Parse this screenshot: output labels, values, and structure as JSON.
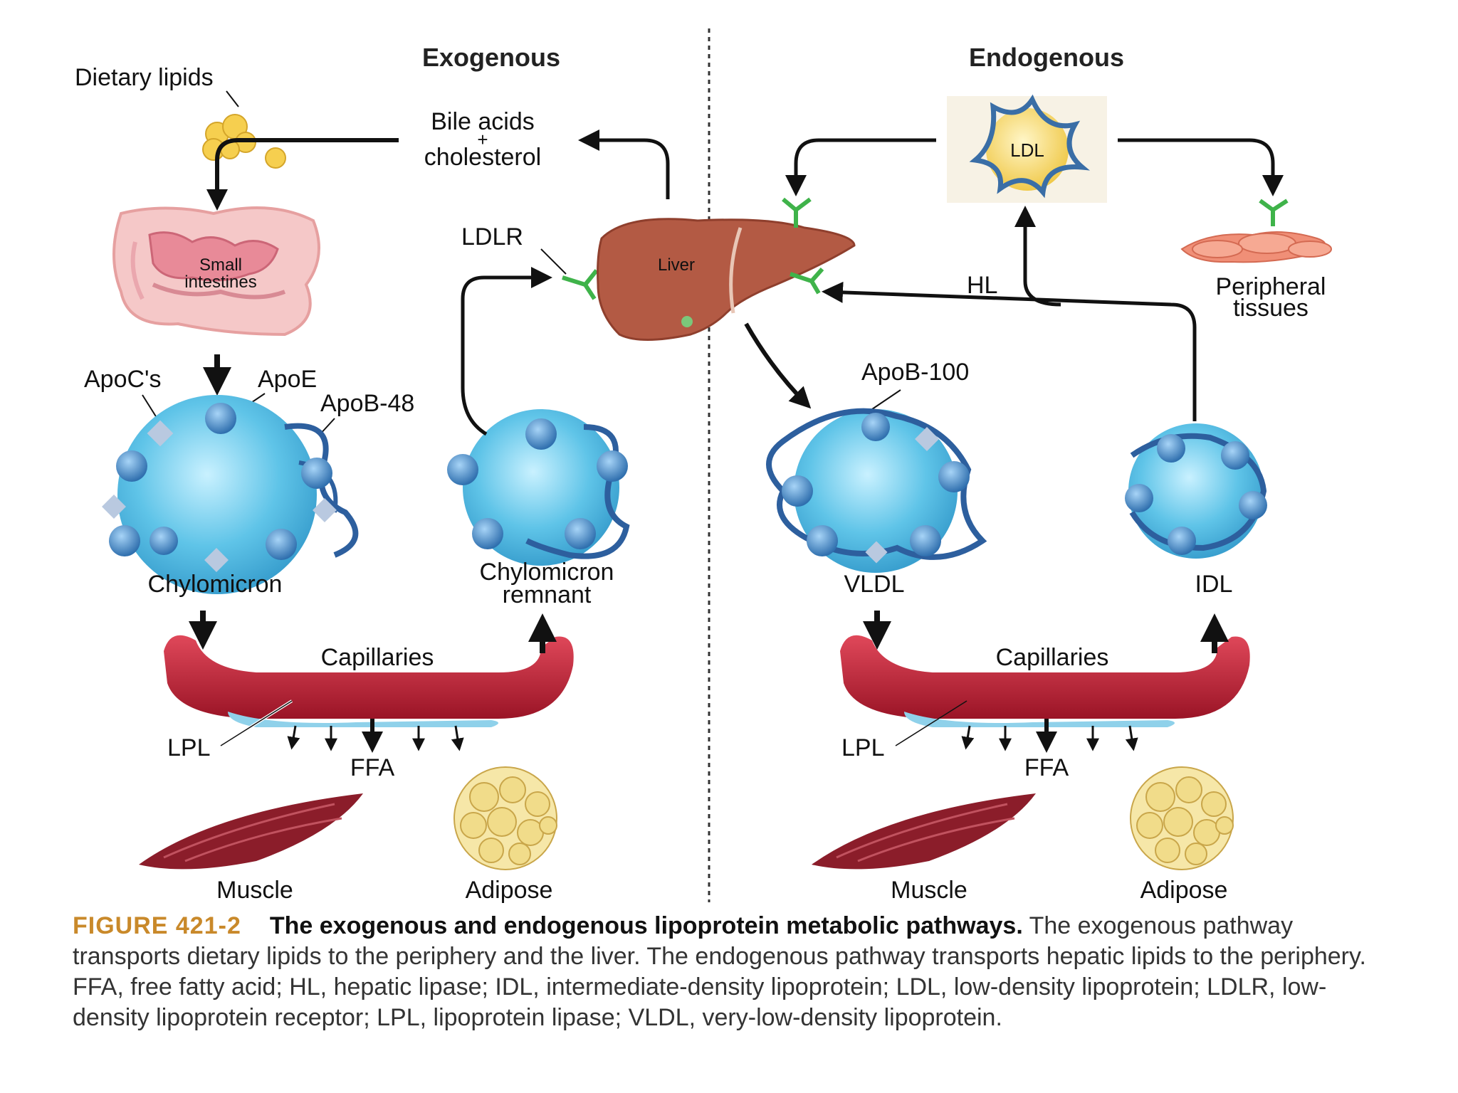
{
  "sections": {
    "left": "Exogenous",
    "right": "Endogenous"
  },
  "labels": {
    "dietary_lipids": "Dietary lipids",
    "bile_acids": "Bile acids",
    "plus": "+",
    "cholesterol": "cholesterol",
    "small": "Small",
    "intestines": "intestines",
    "liver": "Liver",
    "ldlr": "LDLR",
    "ldl": "LDL",
    "hl": "HL",
    "peripheral": "Peripheral",
    "tissues": "tissues",
    "apoc": "ApoC's",
    "apoe": "ApoE",
    "apob48": "ApoB-48",
    "apob100": "ApoB-100",
    "chylomicron": "Chylomicron",
    "remnant_1": "Chylomicron",
    "remnant_2": "remnant",
    "vldl": "VLDL",
    "idl": "IDL",
    "capillaries": "Capillaries",
    "lpl": "LPL",
    "ffa": "FFA",
    "muscle": "Muscle",
    "adipose": "Adipose"
  },
  "caption": {
    "number": "FIGURE 421-2",
    "title": "The exogenous and endogenous lipoprotein metabolic pathways.",
    "text": "The exogenous pathway transports dietary lipids to the periphery and the liver. The endogenous pathway transports hepatic lipids to the periphery. FFA, free fatty acid; HL, hepatic lipase; IDL, intermediate-density lipoprotein; LDL, low-density lipoprotein; LDLR, low-density lipoprotein receptor; LPL, lipoprotein lipase; VLDL, very-low-density lipoprotein."
  },
  "colors": {
    "particle": "#5fc4e8",
    "apo": "#3b7fbf",
    "liver": "#b35a44",
    "capillary": "#b81f33",
    "receptor": "#3fb34a",
    "fat": "#f1dc8a",
    "muscle": "#8b1d2a"
  }
}
